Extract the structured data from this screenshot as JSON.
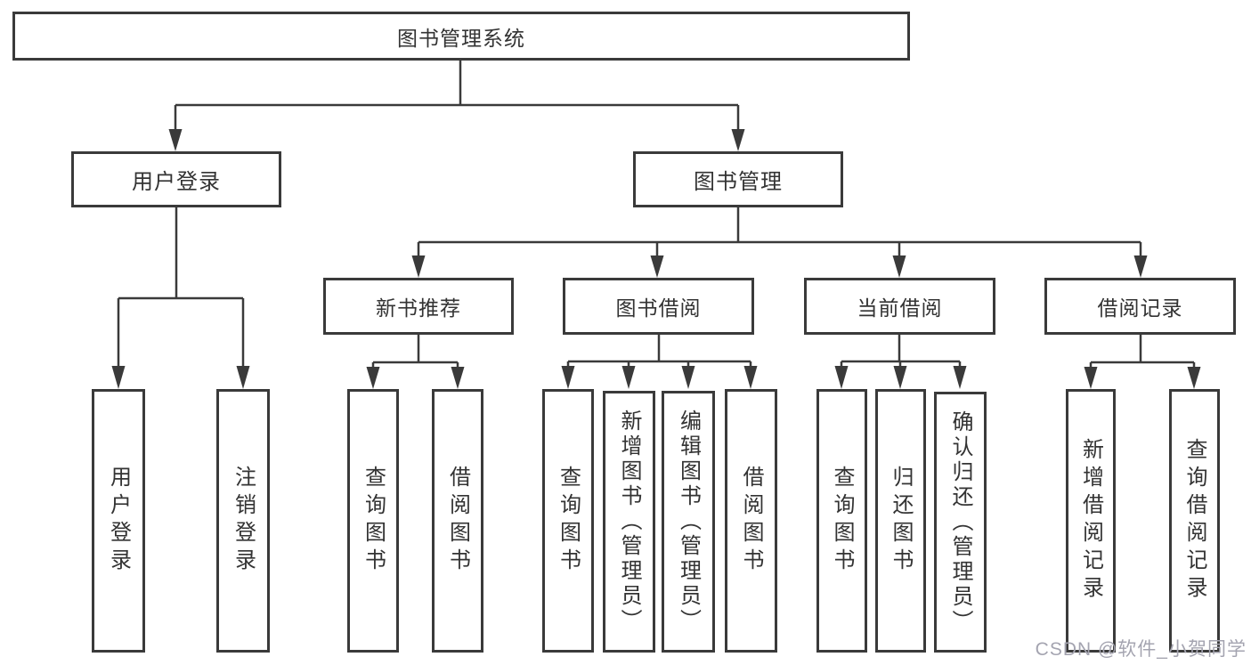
{
  "diagram": {
    "title": "图书管理系统",
    "nodes": {
      "root": "图书管理系统",
      "user_login": "用户登录",
      "book_management": "图书管理",
      "new_book_recommend": "新书推荐",
      "book_borrowing": "图书借阅",
      "current_borrowing": "当前借阅",
      "borrowing_records": "借阅记录",
      "leaf_user_login": "用户登录",
      "leaf_logout": "注销登录",
      "rec_query_books": "查询图书",
      "rec_borrow_books": "借阅图书",
      "bb_query_books": "查询图书",
      "bb_add_books": "新增图书（管理员）",
      "bb_edit_books": "编辑图书（管理员）",
      "bb_borrow_books": "借阅图书",
      "cb_query_books": "查询图书",
      "cb_return_books": "归还图书",
      "cb_confirm_return": "确认归还（管理员）",
      "br_add_record": "新增借阅记录",
      "br_query_record": "查询借阅记录"
    }
  },
  "watermark": {
    "text": "CSDN @软件_小贺同学"
  },
  "colors": {
    "line": "#3a3a3a",
    "text": "#333333",
    "background": "#ffffff",
    "watermark": "#a4a4b0"
  }
}
